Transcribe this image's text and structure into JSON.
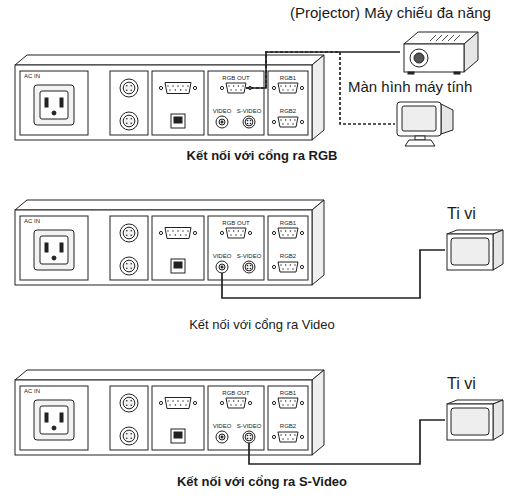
{
  "diagram": {
    "nodes": [
      {
        "text": [
          "RGB OUT"
        ]
      },
      {
        "text": [
          "(Projector) Máy chiếu đa năng"
        ]
      },
      {
        "text": [
          "Màn hình máy tính"
        ]
      },
      {
        "text": [
          "VIDEO"
        ]
      },
      {
        "text": [
          "Ti vi"
        ]
      },
      {
        "text": [
          "S-VIDEO"
        ]
      },
      {
        "text": [
          "Ti vi"
        ]
      }
    ],
    "edges": [
      {
        "from": 0,
        "to": 1,
        "arrow": "none"
      },
      {
        "from": 0,
        "to": 2,
        "arrow": "none"
      },
      {
        "from": 3,
        "to": 4,
        "arrow": "none"
      },
      {
        "from": 5,
        "to": 6,
        "arrow": "none"
      }
    ],
    "labels": [
      "AC IN",
      "RGB1",
      "VIDEO",
      "S-VIDEO",
      "RGB2",
      "Kết nối với cổng ra RGB",
      "AC IN",
      "RGB OUT",
      "RGB1",
      "S-VIDEO",
      "RGB2",
      "Kết nối với cổng ra Video",
      "AC IN",
      "RGB OUT",
      "RGB1",
      "VIDEO",
      "RGB2",
      "Kết nối với cổng ra S-Video"
    ]
  }
}
